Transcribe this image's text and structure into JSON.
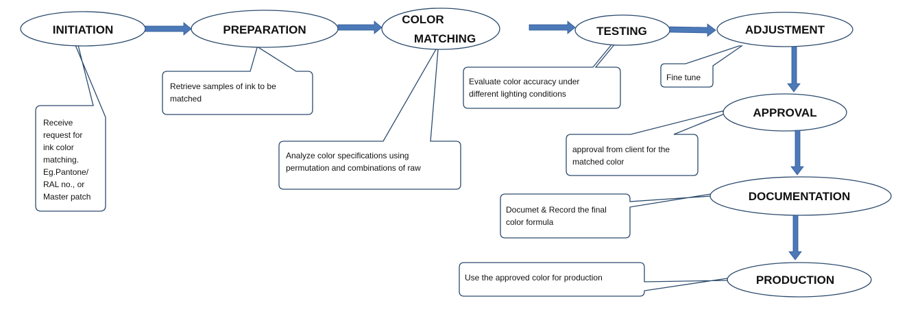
{
  "colors": {
    "stroke": "#2b4a6d",
    "arrow": "#4c79b8",
    "arrow_edge": "#2f5590",
    "text": "#111111"
  },
  "nodes": {
    "initiation": "INITIATION",
    "preparation": "PREPARATION",
    "color_matching_1": "COLOR",
    "color_matching_2": "MATCHING",
    "testing": "TESTING",
    "adjustment": "ADJUSTMENT",
    "approval": "APPROVAL",
    "documentation": "DOCUMENTATION",
    "production": "PRODUCTION"
  },
  "callouts": {
    "initiation": [
      "Receive",
      "request for",
      "ink color",
      "matching.",
      "Eg.Pantone/",
      "RAL no., or",
      "Master patch"
    ],
    "preparation": [
      "Retrieve samples of ink to be",
      "matched"
    ],
    "color_matching": [
      "Analyze color specifications using",
      "permutation and combinations of raw"
    ],
    "testing": [
      "Evaluate color accuracy under",
      "different lighting conditions"
    ],
    "adjustment": [
      "Fine tune"
    ],
    "approval": [
      "approval from client for the",
      "matched color"
    ],
    "documentation": [
      "Documet & Record the final",
      "color formula"
    ],
    "production": [
      "Use the approved color for production"
    ]
  }
}
